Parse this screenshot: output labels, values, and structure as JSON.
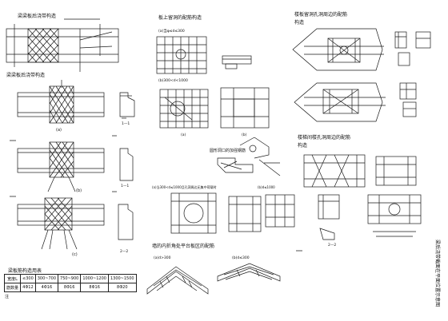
{
  "titles": {
    "t1": "梁梁板后浇带构造",
    "t2": "梁梁板后浇带构造",
    "t3": "板上留洞的配筋构造",
    "t4": "楼板留洞孔洞周边的配筋",
    "t5": "构造",
    "t6": "楼梯间楼孔洞周边的配筋",
    "t7": "构造",
    "t8": "圆形洞口的加强钢筋",
    "t9": "墙的内折角处平台板区的配筋",
    "t10": "梁后浇带截面在平面位置示意图",
    "t11": "梁板筋构造用表"
  },
  "captions": {
    "c_a1": "(a)当φ≤d≤300",
    "c_b1": "(b)300<d<1000",
    "c_a2": "(a)当300<d≤1000且孔洞周边无集中荷载时",
    "c_b2": "(b)d≤1000",
    "c_a3": "(a)d>300",
    "c_b3": "(b)d≤300",
    "c_a4": "(a)",
    "c_b4": "(b)",
    "c_c4": "(c)",
    "sec11": "1—1",
    "sec22": "2—2",
    "sec11b": "1—1",
    "sec22b": "2—2",
    "note": "注",
    "lbl_ab": "(a)",
    "lbl_bb": "(b)"
  },
  "table": {
    "rows": [
      [
        "宽度L",
        "≤300",
        "300~700",
        "750~900",
        "1000~1200",
        "1300~1500"
      ],
      [
        "筋数量",
        "4Φ12",
        "4Φ16",
        "8Φ16",
        "8Φ16",
        "8Φ20"
      ]
    ]
  }
}
